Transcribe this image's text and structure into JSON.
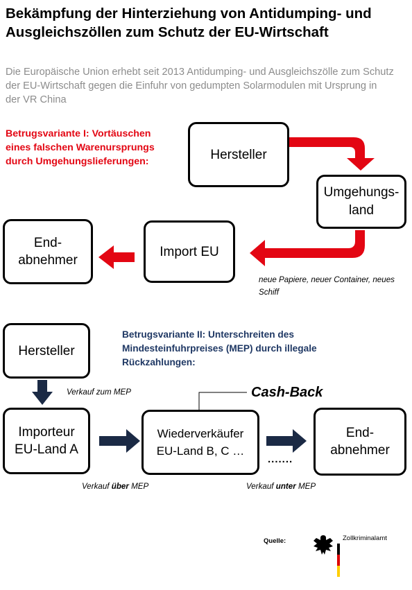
{
  "title": "Bekämpfung der Hinterziehung von Antidumping- und Ausgleichszöllen zum Schutz der EU-Wirtschaft",
  "intro": "Die Europäische Union erhebt seit 2013 Antidumping- und Ausgleichszölle zum Schutz der EU-Wirtschaft gegen die Einfuhr von gedumpten Solarmodulen mit Ursprung in der VR China",
  "variant1": {
    "heading": "Betrugsvariante I: Vortäuschen eines falschen Warenursprungs durch Umgehungslieferungen:",
    "nodes": {
      "manufacturer": "Hersteller",
      "transit_country": "Umgehungs-\nland",
      "import_eu": "Import EU",
      "end_customer": "End-\nabnehmer"
    },
    "note": "neue Papiere, neuer Container, neues Schiff",
    "arrow_color": "#e30613"
  },
  "variant2": {
    "heading": "Betrugsvariante II: Unterschreiten des Mindesteinfuhrpreises (MEP) durch illegale Rückzahlungen:",
    "nodes": {
      "manufacturer": "Hersteller",
      "importer": "Importeur\nEU-Land A",
      "reseller": "Wiederverkäufer\nEU-Land B, C …",
      "end_customer": "End-\nabnehmer"
    },
    "label_sale_mep": "Verkauf zum MEP",
    "label_above_prefix": "Verkauf ",
    "label_above_emph": "über",
    "label_above_suffix": " MEP",
    "label_below_prefix": "Verkauf ",
    "label_below_emph": "unter",
    "label_below_suffix": " MEP",
    "cash_back": "Cash-Back",
    "dots": ".......",
    "arrow_color": "#1b2a45"
  },
  "source": {
    "label": "Quelle:",
    "authority": "Zollkriminalamt",
    "flag_colors": [
      "#000000",
      "#dd0000",
      "#ffce00"
    ]
  }
}
